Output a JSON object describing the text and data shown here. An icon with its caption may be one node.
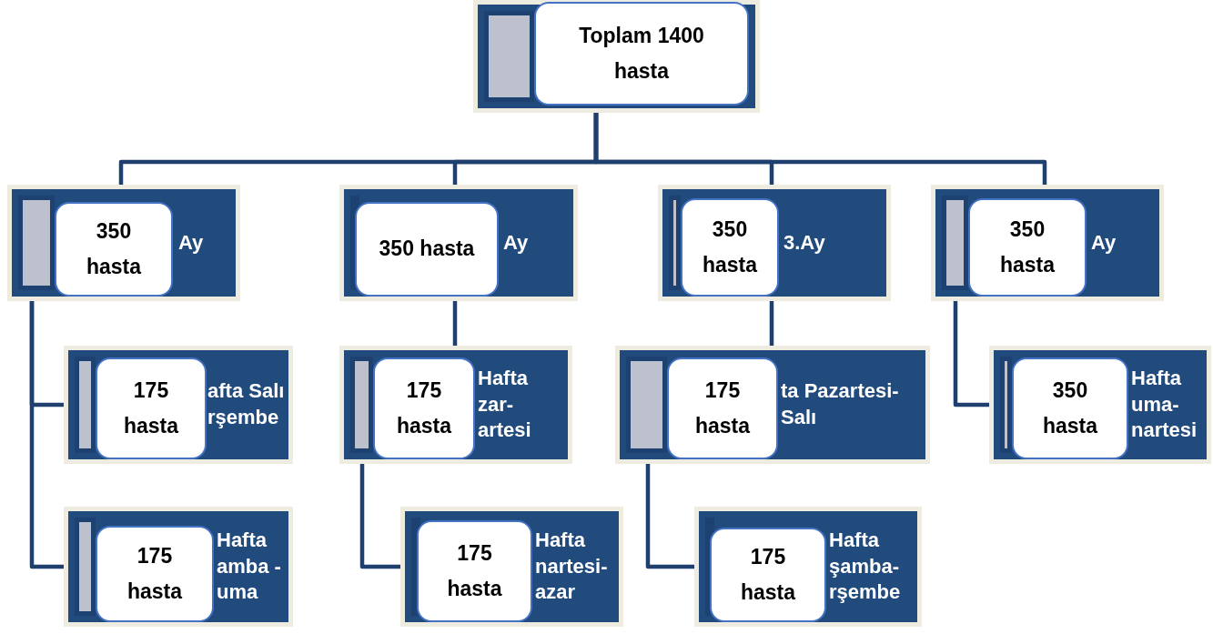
{
  "diagram": {
    "nodes": [
      {
        "text": [],
        "shape": "box"
      },
      {
        "text": [
          "Toplam 1400 hasta"
        ],
        "in": 0
      },
      {
        "text": [
          "Ay"
        ]
      },
      {
        "text": [
          "350 hasta"
        ],
        "in": 2
      },
      {
        "text": [
          "Ay"
        ]
      },
      {
        "text": [
          "350 hasta"
        ],
        "in": 4
      },
      {
        "text": [
          "3.Ay"
        ]
      },
      {
        "text": [
          "350 hasta"
        ],
        "in": 6
      },
      {
        "text": [
          "Ay"
        ]
      },
      {
        "text": [
          "350 hasta"
        ],
        "in": 8
      },
      {
        "text": [
          "afta Salı rşembe"
        ]
      },
      {
        "text": [
          "175 hasta"
        ],
        "in": 10
      },
      {
        "text": [
          "Hafta zar- artesi"
        ]
      },
      {
        "text": [
          "175 hasta"
        ],
        "in": 12
      },
      {
        "text": [
          "ta Pazartesi- Salı"
        ]
      },
      {
        "text": [
          "175 hasta"
        ],
        "in": 14
      },
      {
        "text": [
          "Hafta uma- nartesi"
        ]
      },
      {
        "text": [
          "350 hasta"
        ],
        "in": 16
      },
      {
        "text": [
          "Hafta amba - uma"
        ]
      },
      {
        "text": [
          "175 hasta"
        ],
        "in": 18
      },
      {
        "text": [
          "Hafta nartesi- azar"
        ]
      },
      {
        "text": [
          "175 hasta"
        ],
        "in": 20
      },
      {
        "text": [
          "Hafta şamba- rşembe"
        ]
      },
      {
        "text": [
          "175 hasta"
        ],
        "in": 22
      }
    ],
    "edges": [
      {
        "from": 0,
        "to": 2,
        "arrow": "none"
      },
      {
        "from": 0,
        "to": 4,
        "arrow": "none"
      },
      {
        "from": 0,
        "to": 6,
        "arrow": "none"
      },
      {
        "from": 0,
        "to": 8,
        "arrow": "none"
      },
      {
        "from": 2,
        "to": 10,
        "arrow": "none"
      },
      {
        "from": 2,
        "to": 18,
        "arrow": "none"
      },
      {
        "from": 4,
        "to": 12,
        "arrow": "none"
      },
      {
        "from": 12,
        "to": 20,
        "arrow": "none"
      },
      {
        "from": 6,
        "to": 14,
        "arrow": "none"
      },
      {
        "from": 14,
        "to": 22,
        "arrow": "none"
      },
      {
        "from": 8,
        "to": 16,
        "arrow": "none"
      }
    ]
  }
}
